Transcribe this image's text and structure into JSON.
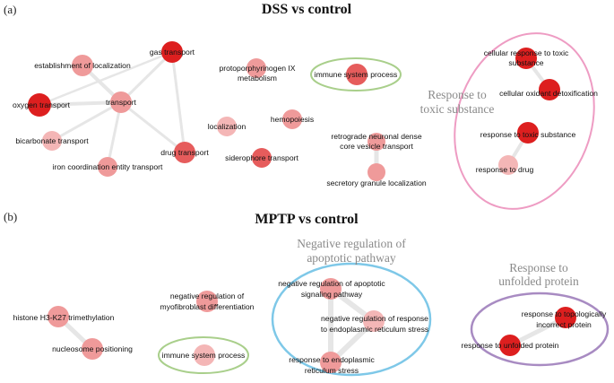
{
  "panels": {
    "a": {
      "letter": "(a)",
      "title": "DSS vs control",
      "group_label": [
        "Response to",
        "toxic substance"
      ],
      "nodes": {
        "gas_transport": "gas transport",
        "establishment_localization": "establishment of localization",
        "oxygen_transport": "oxygen transport",
        "transport": "transport",
        "bicarbonate_transport": "bicarbonate transport",
        "iron_coordination": "iron coordination entity transport",
        "drug_transport": "drug transport",
        "protoporphyrinogen": [
          "protoporphyrinogen IX",
          "metabolism"
        ],
        "immune_system_process": "immune system process",
        "localization": "localization",
        "hemopoiesis": "hemopoiesis",
        "siderophore_transport": "siderophore transport",
        "retrograde": [
          "retrograde neuronal dense",
          "core vesicle transport"
        ],
        "secretory_granule": "secretory granule localization",
        "cellular_response_toxic": [
          "cellular response to toxic",
          "substance"
        ],
        "cellular_oxidant": "cellular oxidant detoxification",
        "response_toxic": "response to toxic substance",
        "response_drug": "response to drug"
      }
    },
    "b": {
      "letter": "(b)",
      "title": "MPTP vs control",
      "group_label_apoptotic": [
        "Negative regulation of",
        "apoptotic pathway"
      ],
      "group_label_unfolded": [
        "Response to",
        "unfolded protein"
      ],
      "nodes": {
        "histone": "histone H3-K27 trimethylation",
        "nucleosome": "nucleosome positioning",
        "myofibroblast": [
          "negative regulation of",
          "myofibroblast differentiation"
        ],
        "immune_system_process": "immune system process",
        "neg_reg_apoptotic": [
          "negative regulation of apoptotic",
          "signaling pathway"
        ],
        "neg_reg_er_stress": [
          "negative regulation of response",
          "to endoplasmic reticulum stress"
        ],
        "response_er_stress": [
          "response to endoplasmic",
          "reticulum stress"
        ],
        "topologically_incorrect": [
          "response to topologically",
          "incorrect protein"
        ],
        "unfolded_protein": "response to unfolded protein"
      }
    }
  },
  "colors": {
    "node_dark": "#dd1f1f",
    "node_mid": "#e65c5c",
    "node_light": "#ef9a9a",
    "node_pale": "#f4b6b6",
    "edge": "#e6e6e6",
    "ellipse_green": "#a9cf8b",
    "ellipse_pink": "#ee9cc3",
    "ellipse_blue": "#7ec8e8",
    "ellipse_purple": "#a88bc2",
    "group_label_text": "#8a8a8a"
  }
}
